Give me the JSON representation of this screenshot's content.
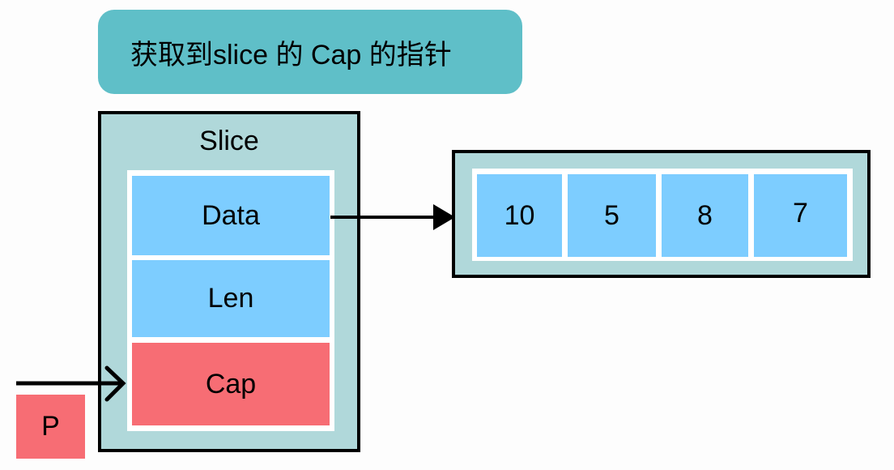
{
  "title": "获取到slice 的 Cap 的指针",
  "slice": {
    "label": "Slice",
    "fields": [
      "Data",
      "Len",
      "Cap"
    ]
  },
  "array": {
    "values": [
      "10",
      "5",
      "8",
      "7"
    ]
  },
  "pointer": {
    "label": "P"
  },
  "colors": {
    "title_bg": "#5fbfc8",
    "container_bg": "#b0d8da",
    "field_blue": "#7dcdff",
    "field_red": "#f76d74"
  }
}
